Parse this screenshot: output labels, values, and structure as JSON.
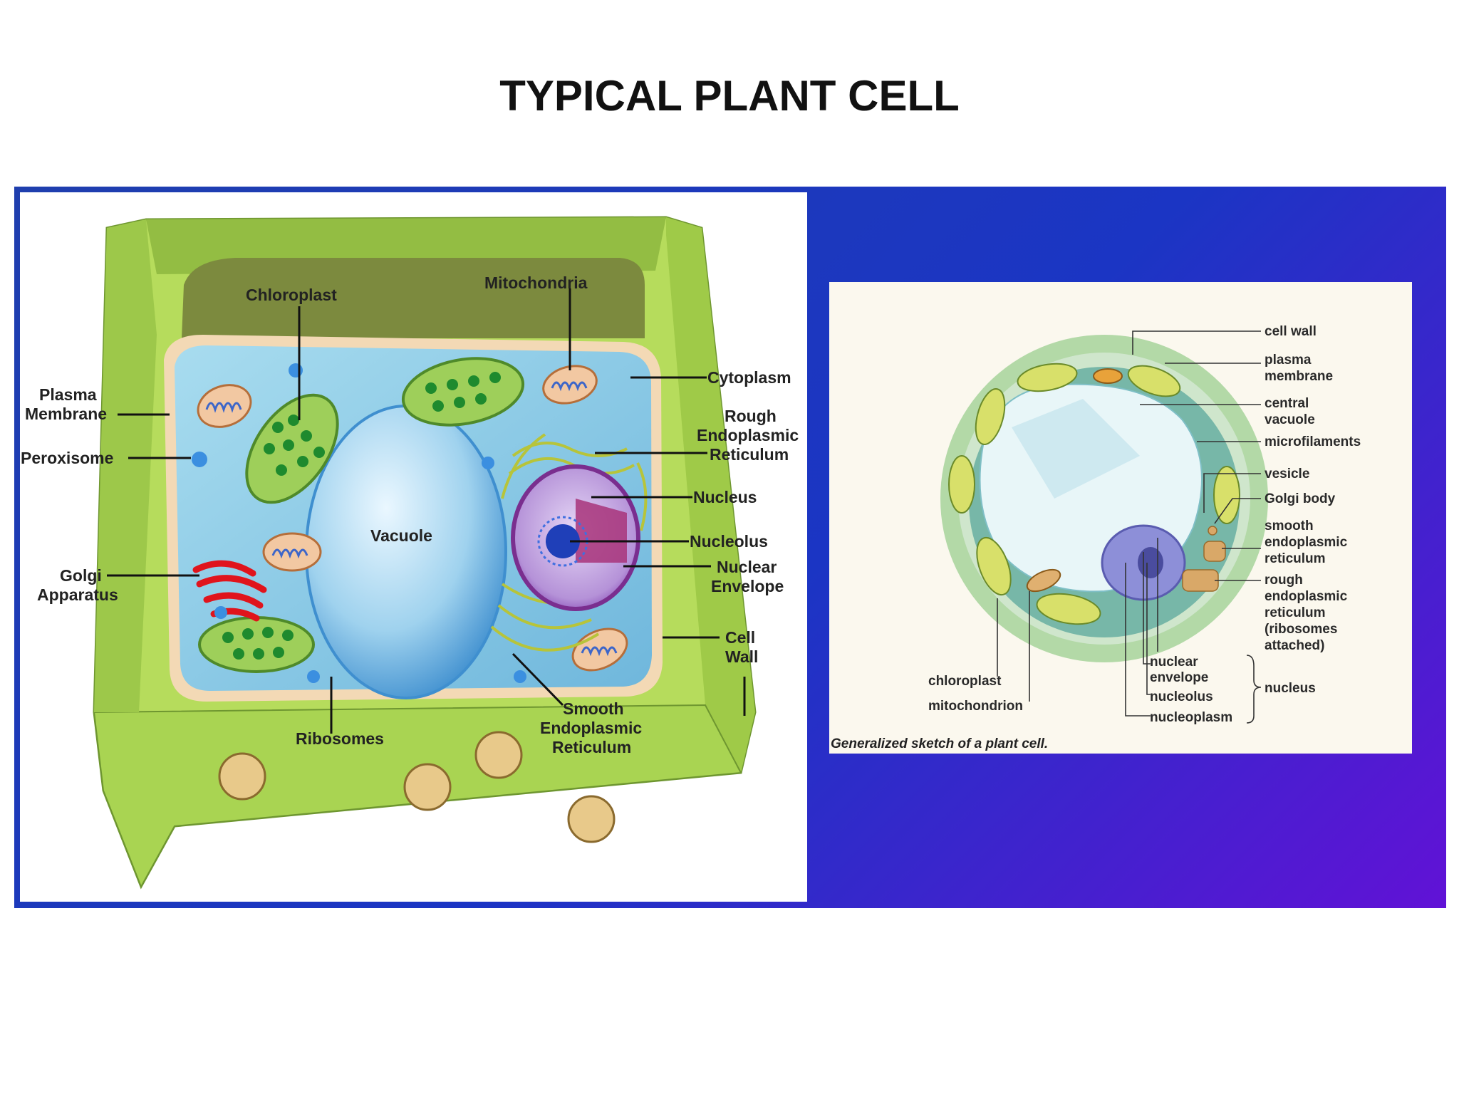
{
  "title": "TYPICAL PLANT CELL",
  "left_diagram": {
    "labels": {
      "chloroplast": "Chloroplast",
      "mitochondria": "Mitochondria",
      "plasma_membrane_1": "Plasma",
      "plasma_membrane_2": "Membrane",
      "peroxisome": "Peroxisome",
      "cytoplasm": "Cytoplasm",
      "rough_er_1": "Rough",
      "rough_er_2": "Endoplasmic",
      "rough_er_3": "Reticulum",
      "nucleus": "Nucleus",
      "vacuole": "Vacuole",
      "nucleolus": "Nucleolus",
      "nuclear_envelope_1": "Nuclear",
      "nuclear_envelope_2": "Envelope",
      "golgi_1": "Golgi",
      "golgi_2": "Apparatus",
      "cell_wall_1": "Cell",
      "cell_wall_2": "Wall",
      "smooth_er_1": "Smooth",
      "smooth_er_2": "Endoplasmic",
      "smooth_er_3": "Reticulum",
      "ribosomes": "Ribosomes"
    }
  },
  "right_diagram": {
    "labels": {
      "cell_wall": "cell wall",
      "plasma_membrane_1": "plasma",
      "plasma_membrane_2": "membrane",
      "central_vacuole_1": "central",
      "central_vacuole_2": "vacuole",
      "microfilaments": "microfilaments",
      "vesicle": "vesicle",
      "golgi_body": "Golgi body",
      "smooth_er_1": "smooth",
      "smooth_er_2": "endoplasmic",
      "smooth_er_3": "reticulum",
      "rough_er_1": "rough",
      "rough_er_2": "endoplasmic",
      "rough_er_3": "reticulum",
      "rough_er_4": "(ribosomes",
      "rough_er_5": "attached)",
      "nuclear_envelope_1": "nuclear",
      "nuclear_envelope_2": "envelope",
      "nucleolus": "nucleolus",
      "nucleoplasm": "nucleoplasm",
      "nucleus": "nucleus",
      "chloroplast": "chloroplast",
      "mitochondrion": "mitochondrion"
    },
    "caption": "Generalized sketch of a plant cell."
  },
  "colors": {
    "panel_blue": "#1b35c4",
    "panel_violet": "#6112d6",
    "cell_wall_green": "#b6dc5c",
    "cytoplasm_blue": "#8ccbe6",
    "golgi_red": "#e0141c",
    "nucleus_purple": "#9b5fc0"
  }
}
